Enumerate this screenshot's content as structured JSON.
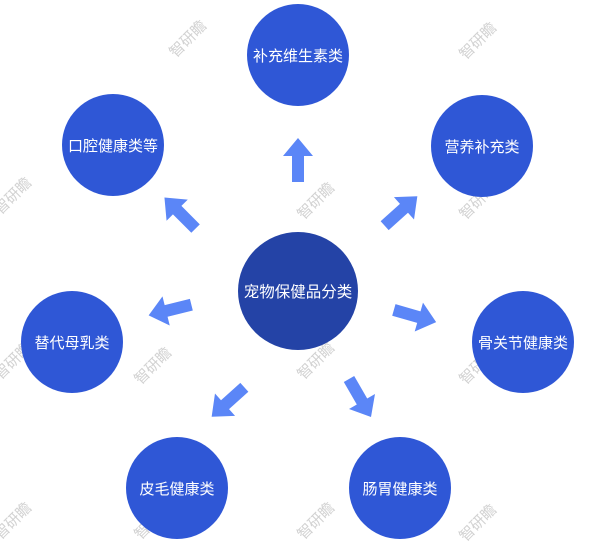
{
  "watermark": "智研瞻",
  "colors": {
    "center": "#2443a6",
    "outer": "#2f57d6",
    "arrow": "#5b86f7"
  },
  "center": {
    "label": "宠物保健品分类"
  },
  "categories": [
    {
      "label": "补充维生素类"
    },
    {
      "label": "营养补充类"
    },
    {
      "label": "骨关节健康类"
    },
    {
      "label": "肠胃健康类"
    },
    {
      "label": "皮毛健康类"
    },
    {
      "label": "替代母乳类"
    },
    {
      "label": "口腔健康类等"
    }
  ]
}
